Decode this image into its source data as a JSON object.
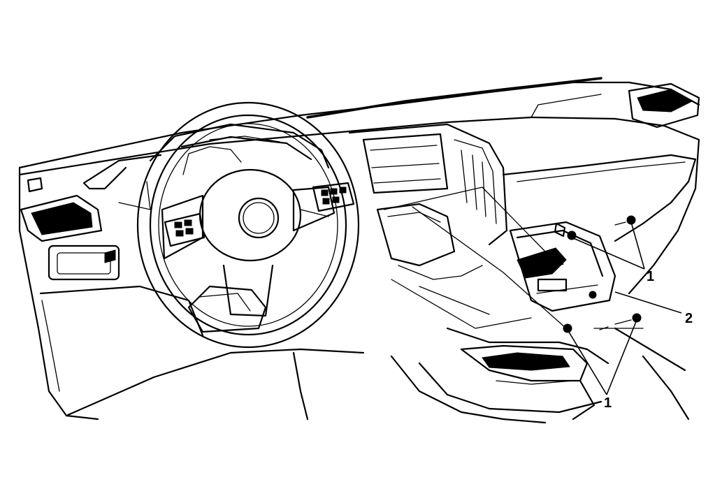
{
  "callouts": {
    "fastener_upper": "1",
    "module": "2",
    "fastener_lower": "1"
  }
}
